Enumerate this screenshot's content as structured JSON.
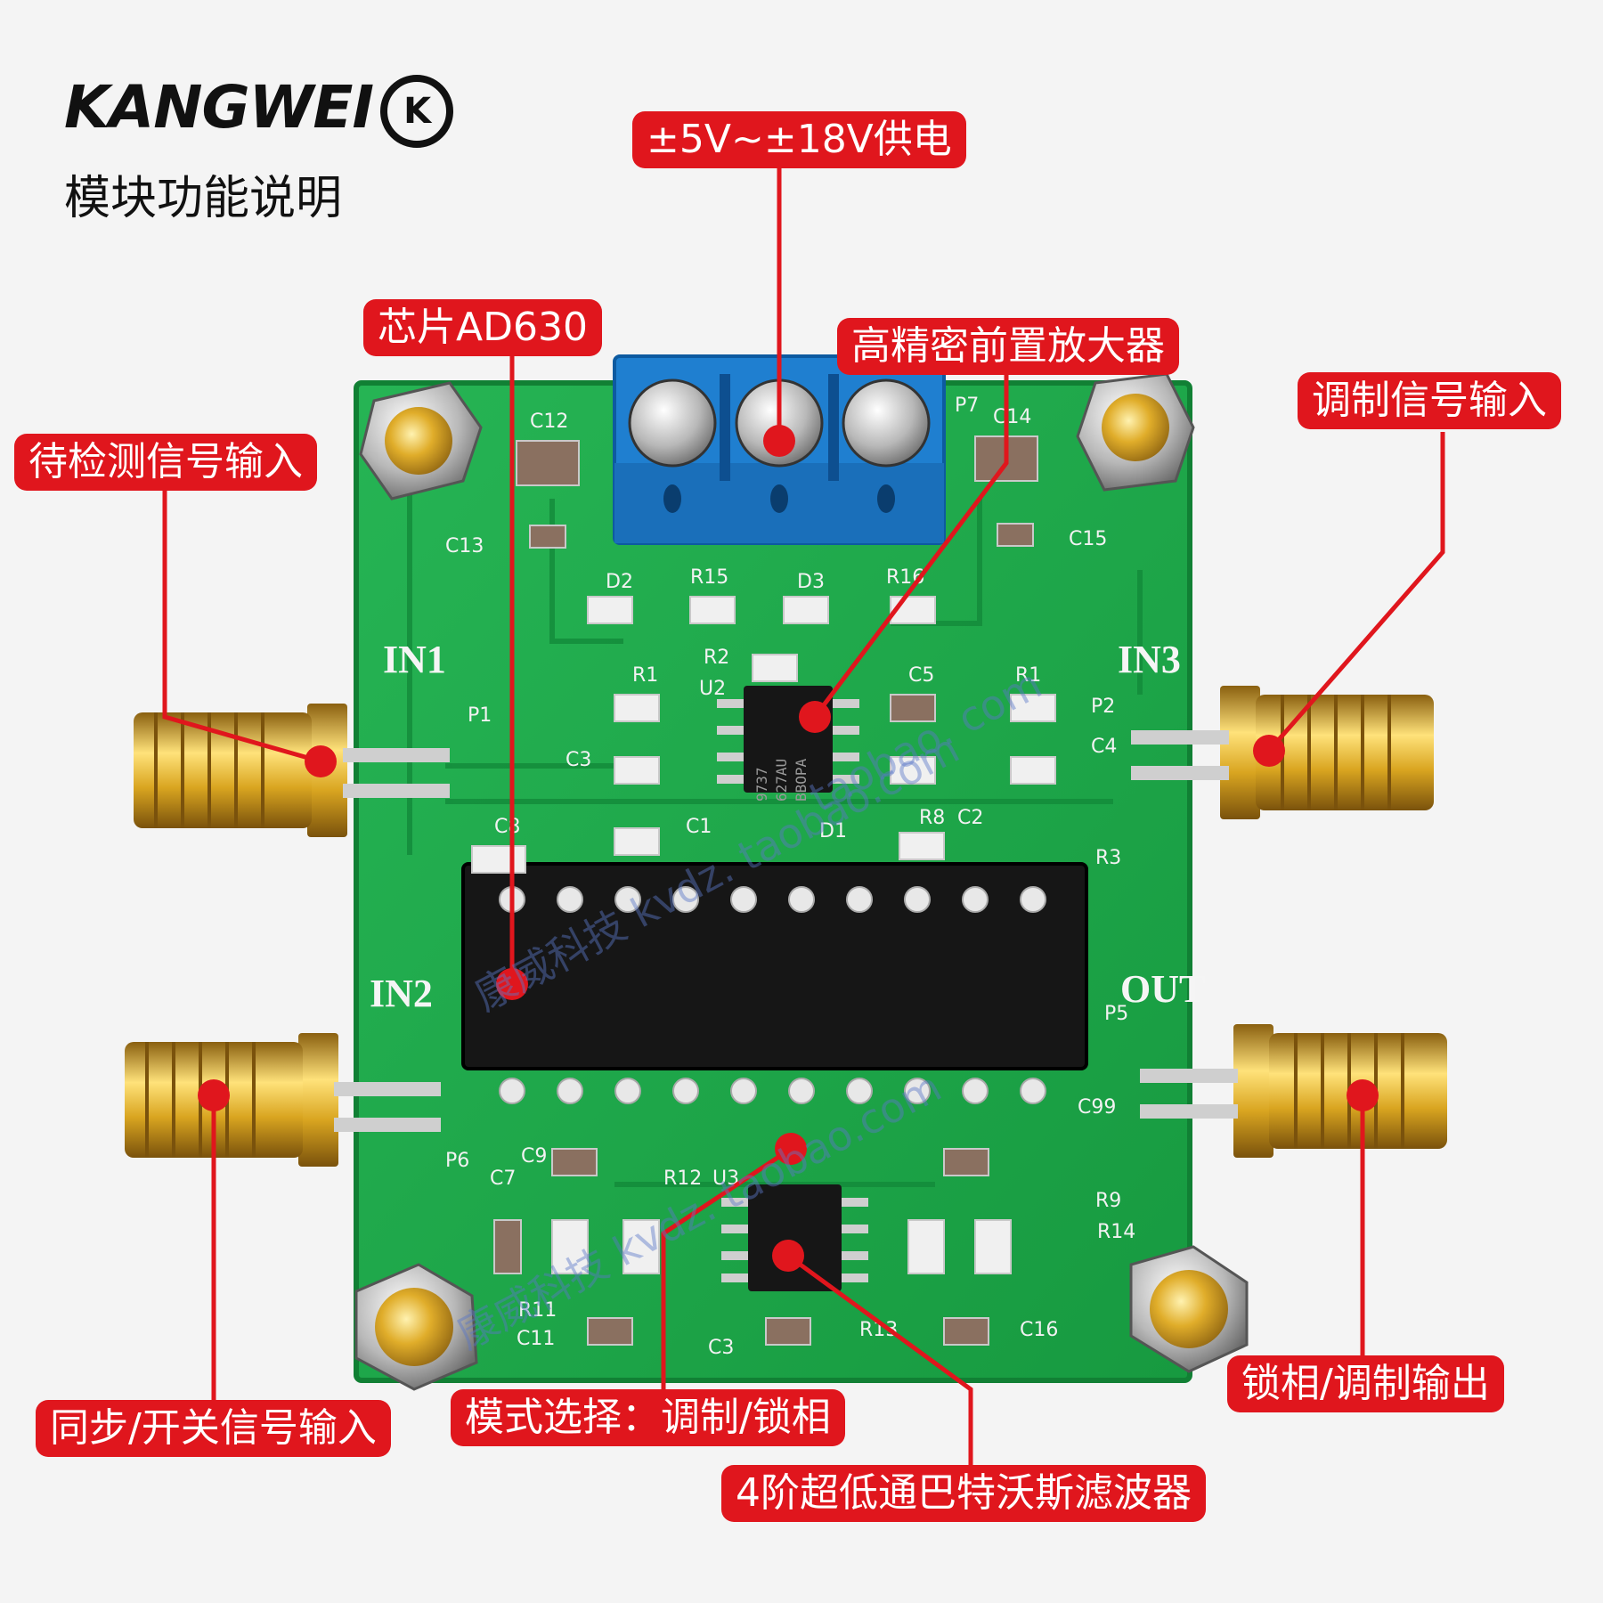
{
  "brand": {
    "logo_text": "KANGWEI",
    "logo_mark": "K",
    "subtitle": "模块功能说明"
  },
  "labels": {
    "power": "±5V~±18V供电",
    "chip": "芯片AD630",
    "preamp": "高精密前置放大器",
    "input_detect": "待检测信号输入",
    "input_mod": "调制信号输入",
    "input_sync": "同步/开关信号输入",
    "mode": "模式选择：调制/锁相",
    "output": "锁相/调制输出",
    "filter": "4阶超低通巴特沃斯滤波器"
  },
  "board": {
    "ports": {
      "in1": "IN1",
      "in2": "IN2",
      "in3": "IN3",
      "out": "OUT"
    },
    "silk": [
      "C12",
      "C14",
      "P7",
      "C13",
      "C15",
      "D2",
      "R15",
      "D3",
      "R16",
      "R2",
      "R1",
      "U2",
      "C5",
      "R1",
      "P2",
      "C4",
      "C3",
      "P1",
      "C8",
      "C1",
      "D1",
      "R8",
      "C2",
      "R3",
      "P5",
      "C9",
      "R12",
      "U3",
      "C7",
      "P6",
      "R9",
      "R14",
      "R11",
      "C11",
      "C3",
      "R13",
      "C16",
      "C99"
    ],
    "opamp_marking": [
      "BBOPA",
      "627AU",
      "9737"
    ]
  },
  "watermark": [
    "康威科技 kvdz. taobao.com",
    "康威科技 kvdz. taobao.com",
    "taobao. com"
  ],
  "colors": {
    "label_bg": "#e0161d",
    "pcb": "#1fa84a",
    "terminal": "#1f7fd0",
    "gold": "#d9a520"
  }
}
